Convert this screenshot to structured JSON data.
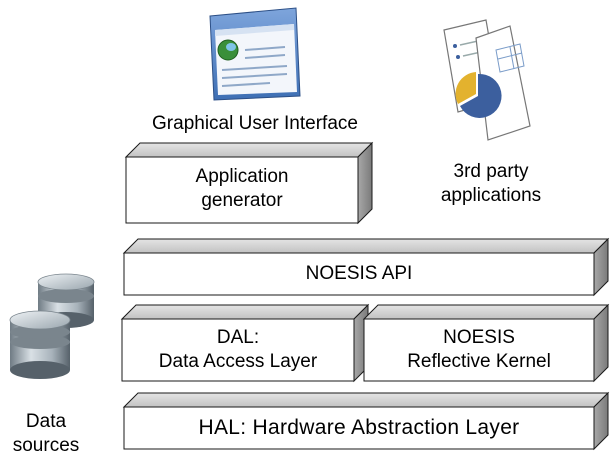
{
  "labels": {
    "gui": "Graphical User Interface",
    "third_party_line1": "3rd party",
    "third_party_line2": "applications",
    "data_sources_line1": "Data",
    "data_sources_line2": "sources"
  },
  "boxes": {
    "app_generator": {
      "line1": "Application",
      "line2": "generator"
    },
    "noesis_api": {
      "line1": "NOESIS API"
    },
    "dal": {
      "line1": "DAL:",
      "line2": "Data Access Layer"
    },
    "kernel": {
      "line1": "NOESIS",
      "line2": "Reflective Kernel"
    },
    "hal": {
      "line1": "HAL: Hardware Abstraction Layer"
    }
  },
  "colors": {
    "box_front": "#ffffff",
    "box_top": "#d0d0d0",
    "box_side": "#8f8f8f",
    "outline": "#1a1a1a",
    "window_frame": "#5a86c4",
    "globe": "#3a8f3a",
    "chart_blue": "#3c5f9e",
    "chart_gold": "#e3b22e",
    "db_silver": "#9aa6ae"
  },
  "icons": [
    "gui-window-icon",
    "documents-icon",
    "database-icon"
  ]
}
